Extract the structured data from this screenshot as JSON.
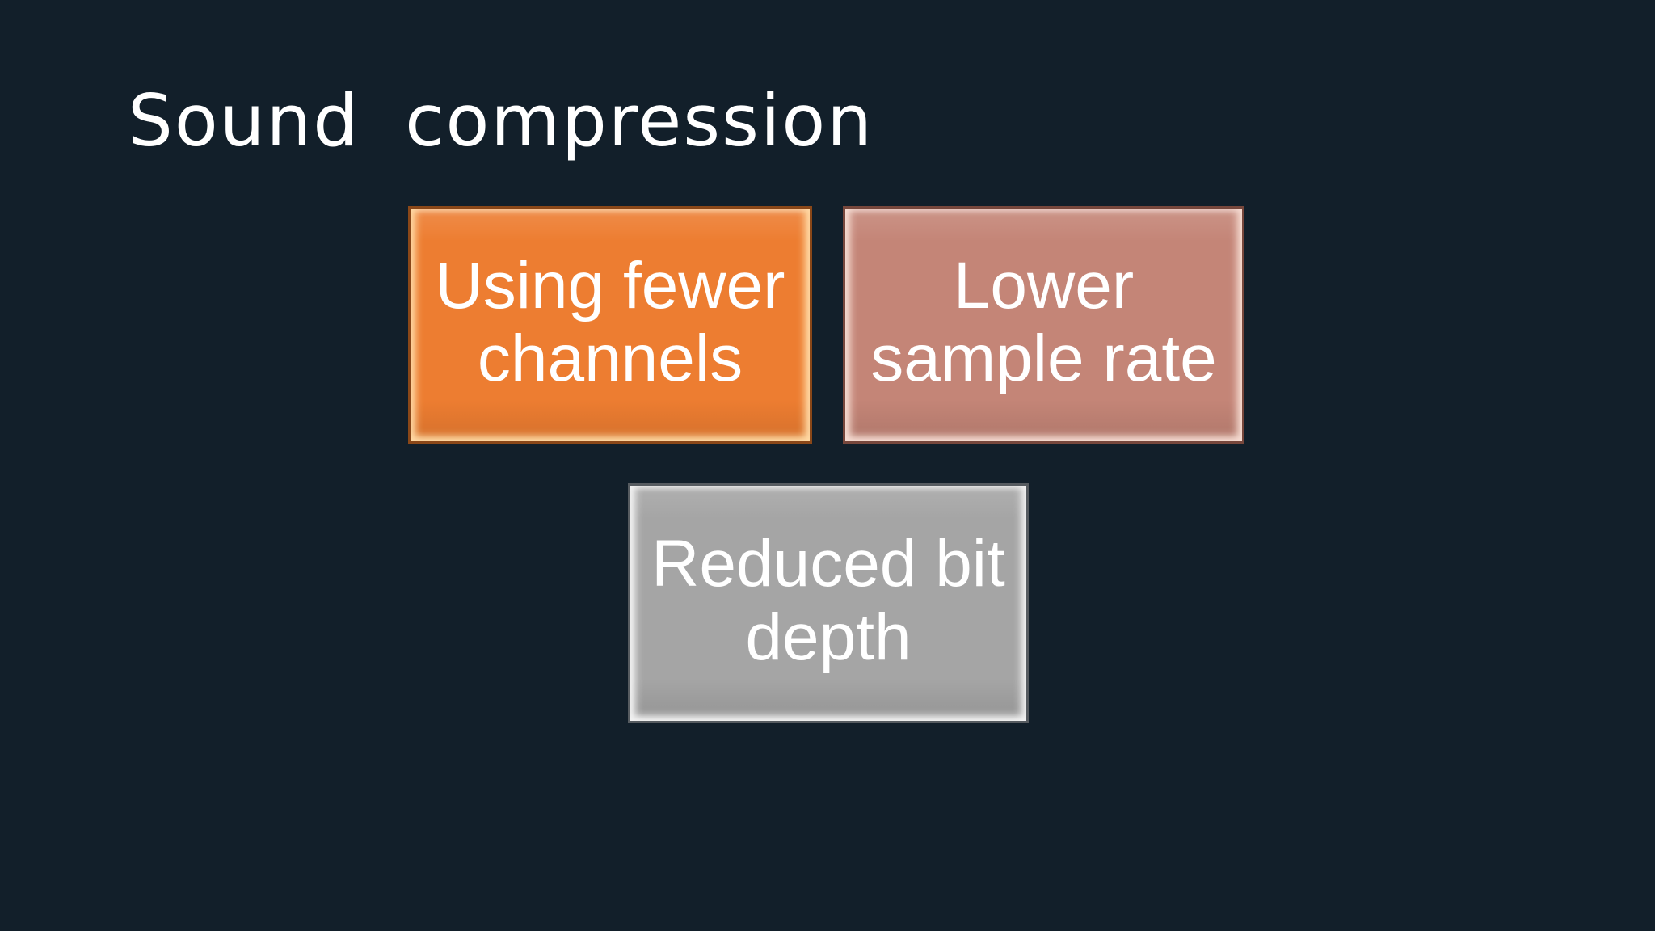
{
  "slide": {
    "title": "Sound compression",
    "background_color": "#121f2a",
    "text_color": "#ffffff",
    "boxes": [
      {
        "id": "fewer-channels",
        "label": "Using fewer channels",
        "lines": [
          "Using fewer",
          "channels"
        ],
        "colors": {
          "fill": "#ed7d31",
          "edge": "#8a4718",
          "highlight": "#ffd9a4"
        }
      },
      {
        "id": "lower-sample-rate",
        "label": "Lower sample rate",
        "lines": [
          "Lower",
          "sample rate"
        ],
        "colors": {
          "fill": "#c48577",
          "edge": "#77473c",
          "highlight": "#f6dcd2"
        }
      },
      {
        "id": "reduced-bit-depth",
        "label": "Reduced bit depth",
        "lines": [
          "Reduced bit",
          "depth"
        ],
        "colors": {
          "fill": "#a5a5a5",
          "edge": "#565b60",
          "highlight": "#f2f2f2"
        }
      }
    ]
  }
}
